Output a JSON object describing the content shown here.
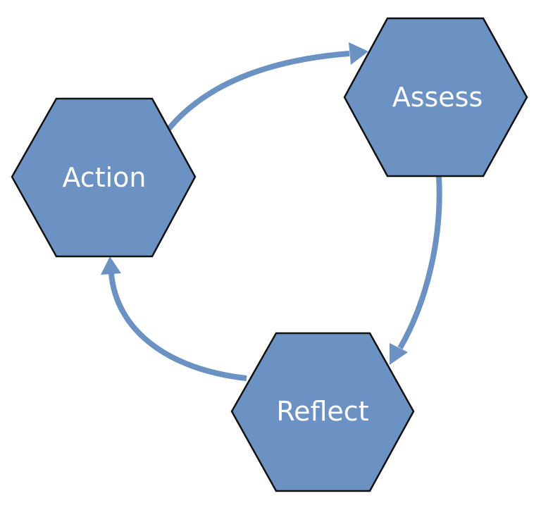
{
  "diagram": {
    "nodes": [
      {
        "id": "action",
        "label": "Action"
      },
      {
        "id": "assess",
        "label": "Assess"
      },
      {
        "id": "reflect",
        "label": "Reflect"
      }
    ],
    "edges": [
      {
        "from": "action",
        "to": "assess"
      },
      {
        "from": "assess",
        "to": "reflect"
      },
      {
        "from": "reflect",
        "to": "action"
      }
    ],
    "colors": {
      "node_fill": "#6b92c2",
      "node_stroke": "#111111",
      "arrow": "#6b92c2",
      "label": "#ffffff",
      "background": "#ffffff"
    }
  }
}
